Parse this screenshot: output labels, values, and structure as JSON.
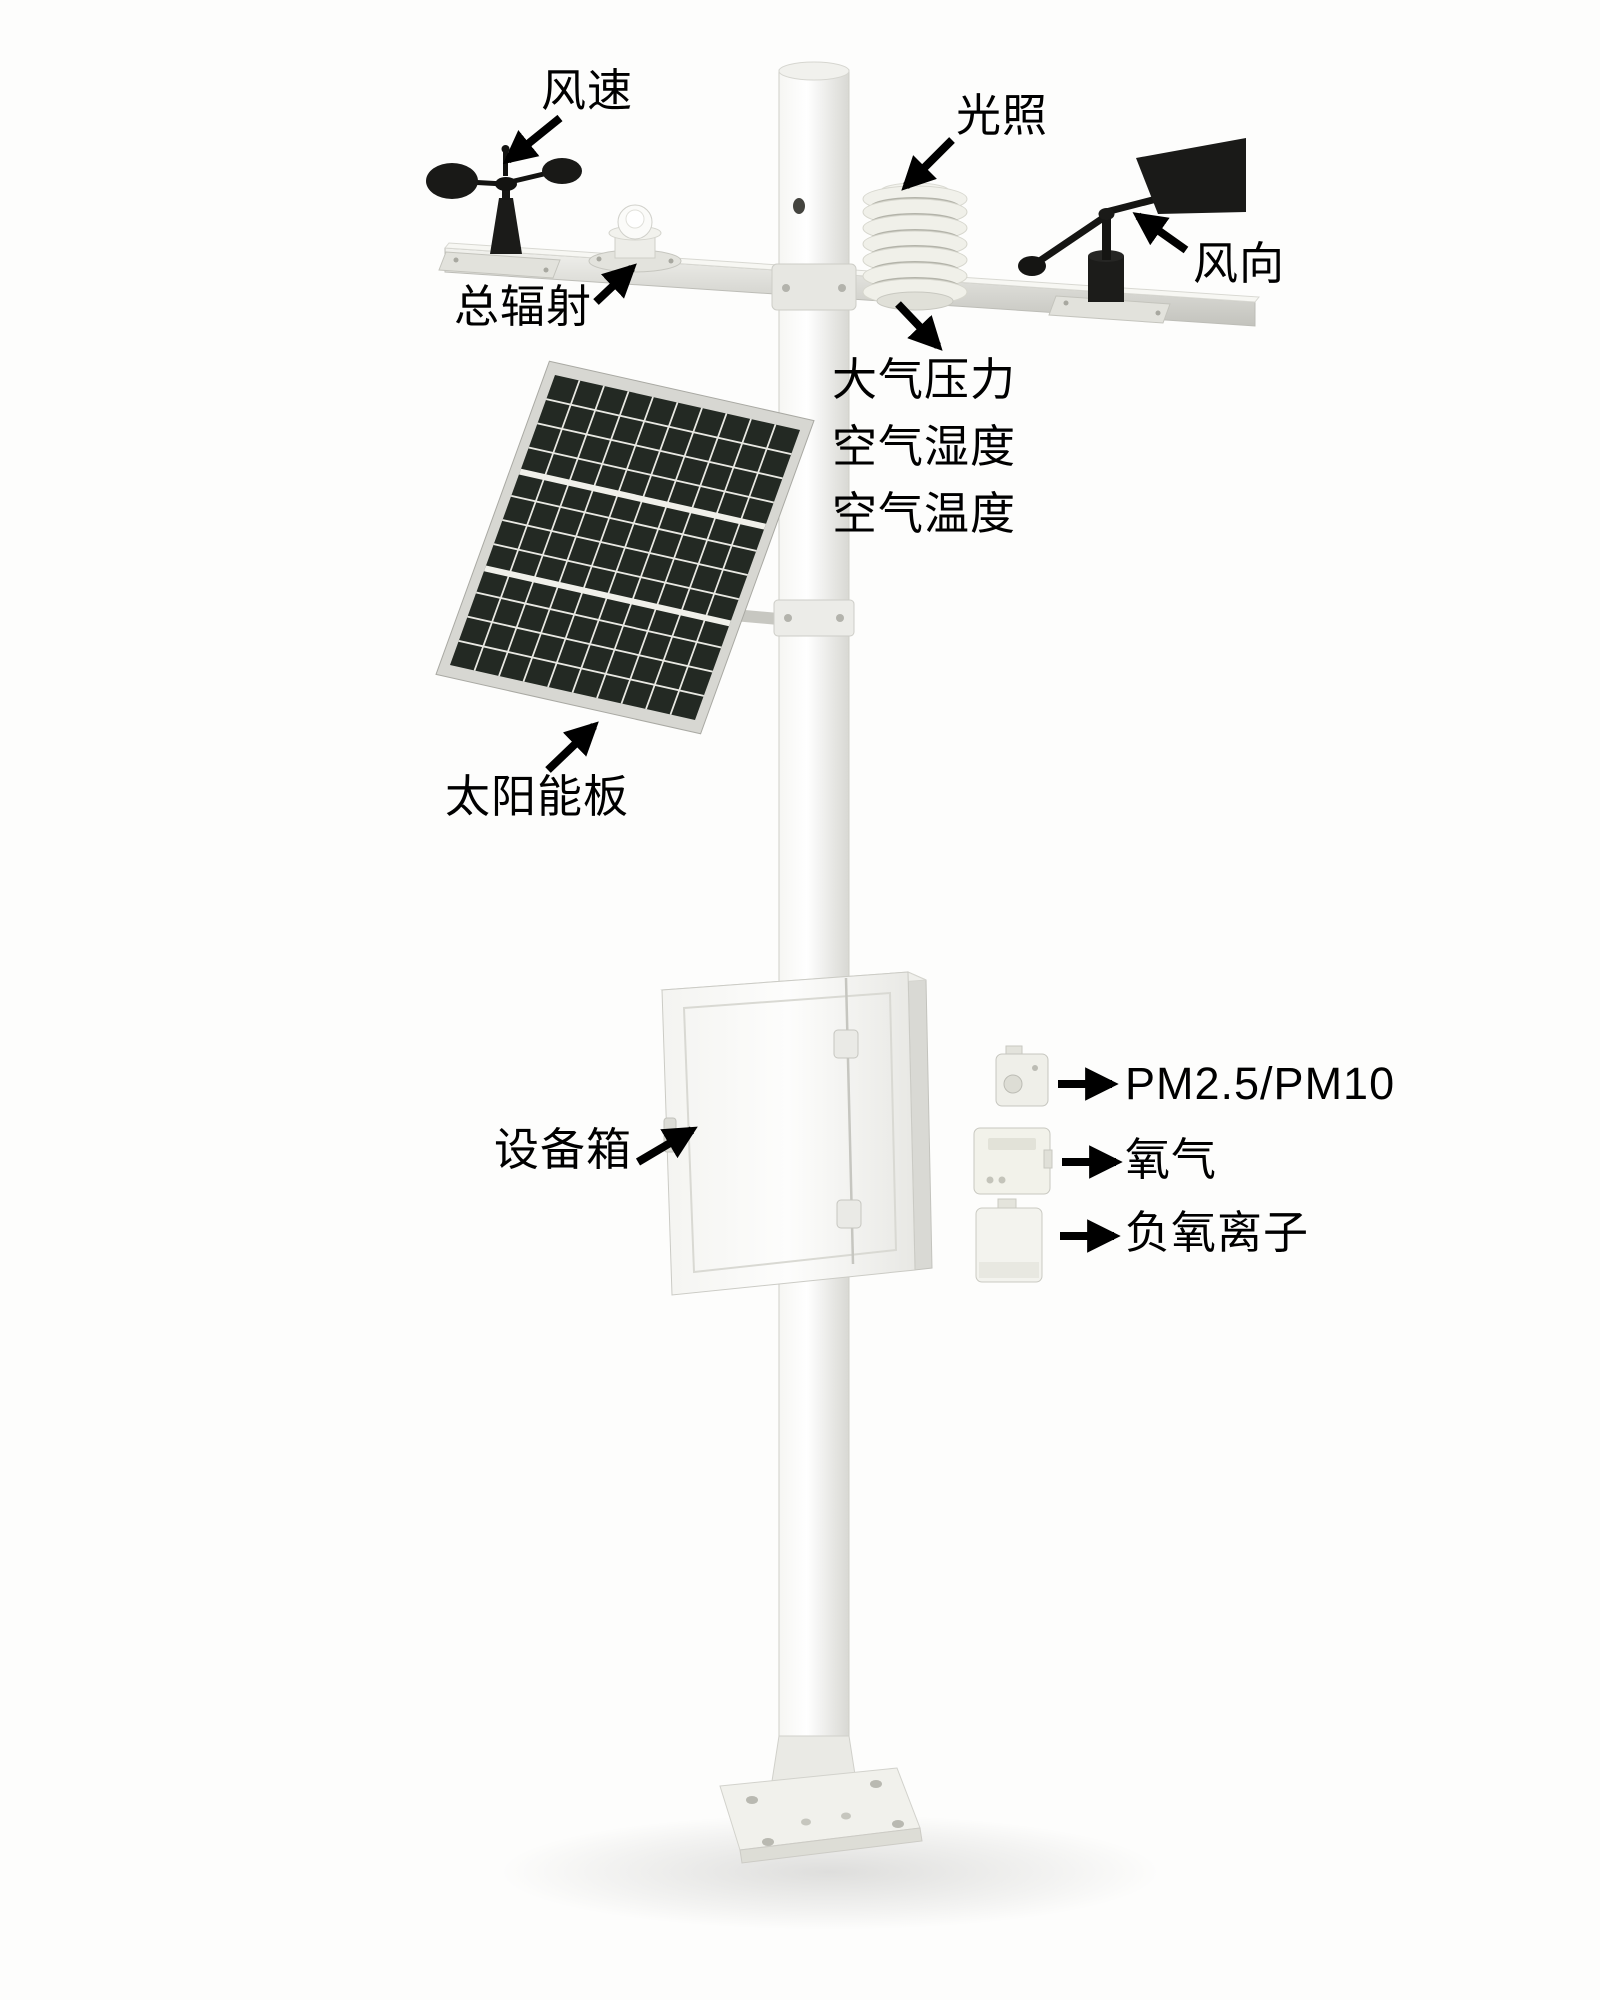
{
  "diagram": {
    "name": "weather-station-illustration",
    "background": "#fdfdfc"
  },
  "labels": {
    "wind_speed": "风速",
    "illumination": "光照",
    "wind_direction": "风向",
    "total_radiation": "总辐射",
    "atmosphere": [
      "大气压力",
      "空气湿度",
      "空气温度"
    ],
    "solar_panel": "太阳能板",
    "equipment_box": "设备箱",
    "pm": "PM2.5/PM10",
    "oxygen": "氧气",
    "negative_oxygen_ion": "负氧离子"
  },
  "colors": {
    "background": "#fdfdfc",
    "pole_white": "#f2f2ee",
    "sensor_black": "#1a1a18",
    "panel_cell": "#232923",
    "panel_grid": "#e9e9e3",
    "arrow": "#000000",
    "text": "#000000"
  }
}
